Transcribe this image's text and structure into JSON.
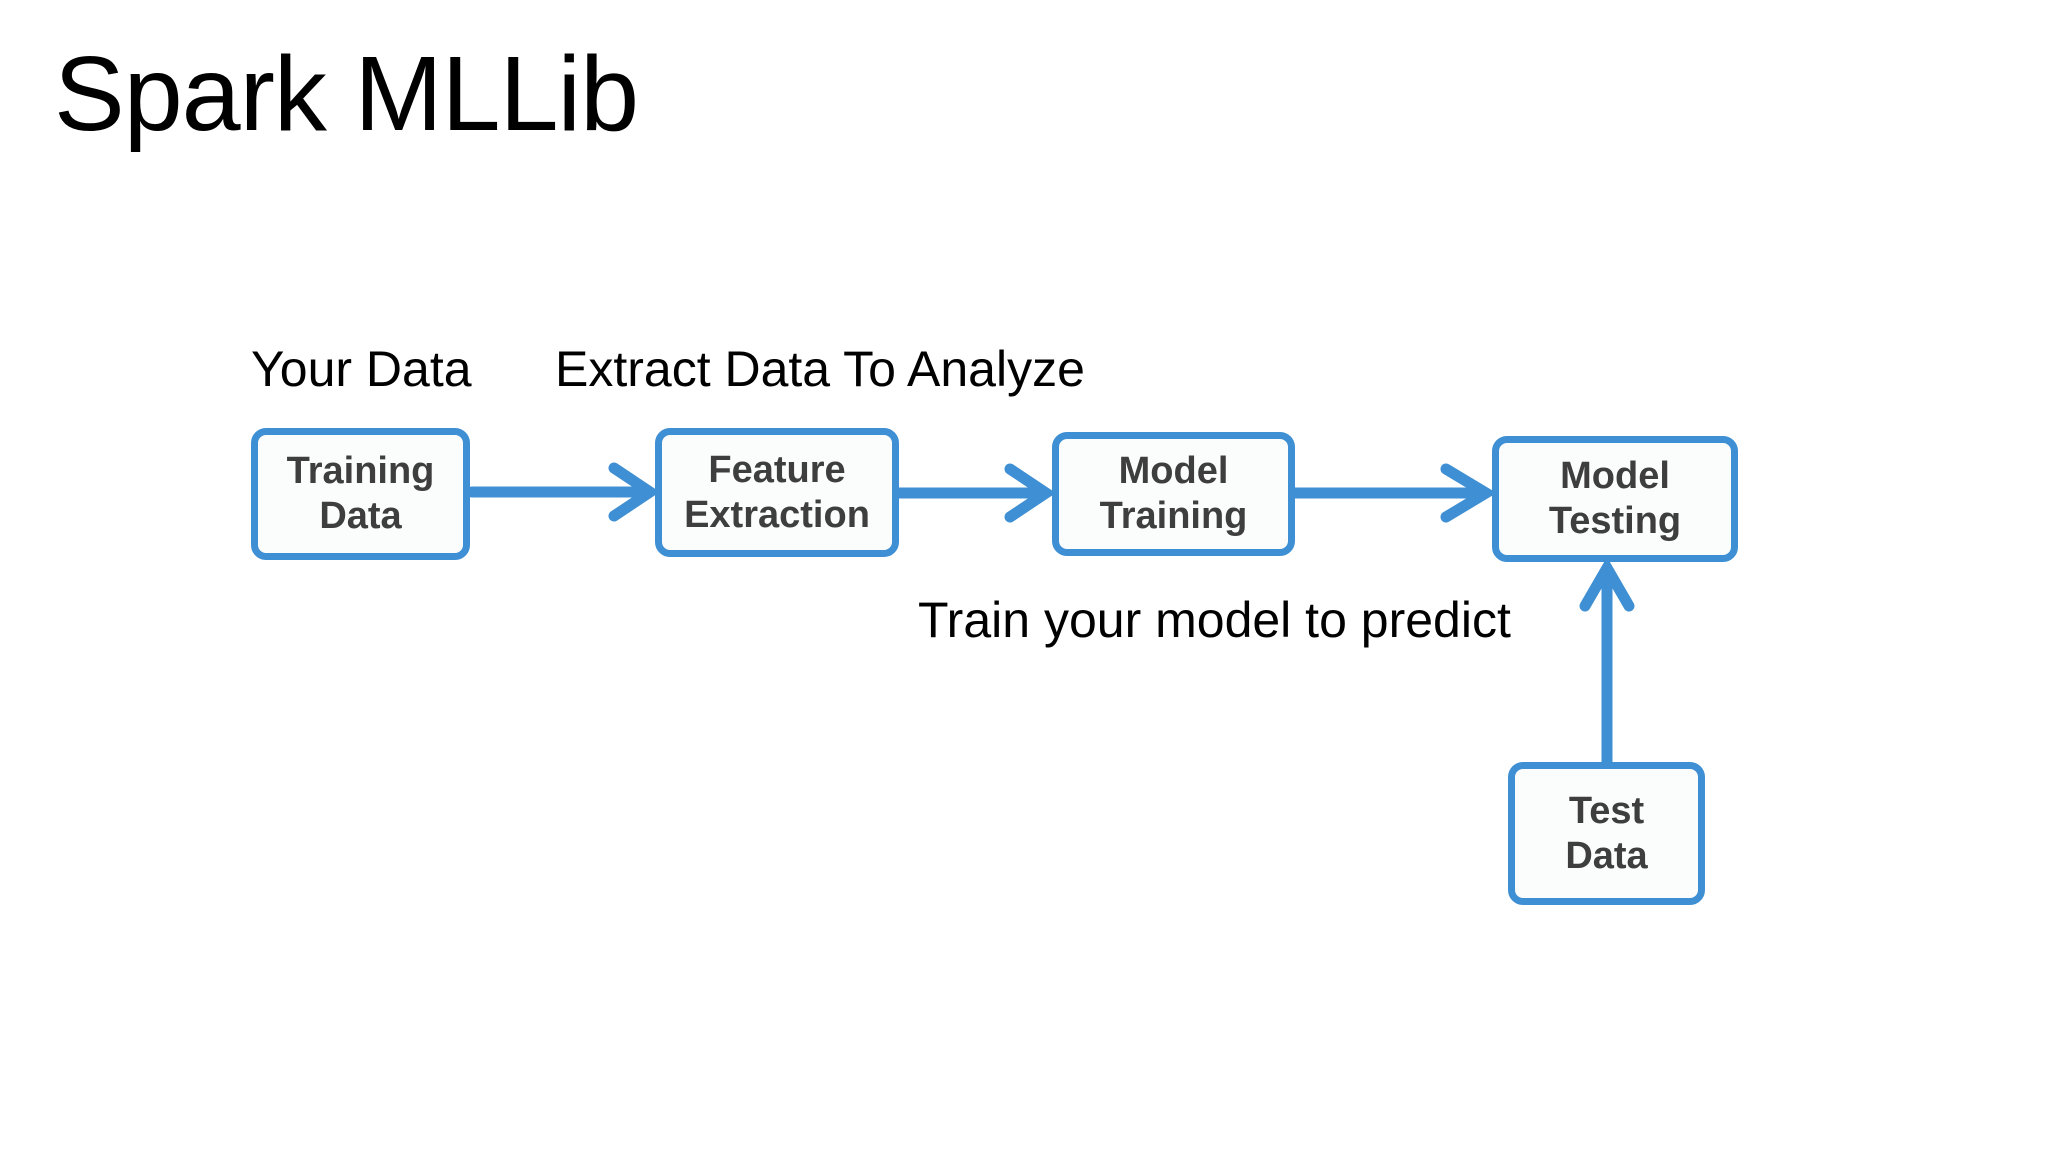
{
  "title": "Spark MLLib",
  "colors": {
    "accent": "#3E8FD3",
    "box_text": "#3E3E3E",
    "label_text": "#000000",
    "bg": "#FFFFFF"
  },
  "annotations": {
    "your_data": "Your Data",
    "extract_data": "Extract Data To Analyze",
    "train_model": "Train your model to predict"
  },
  "nodes": [
    {
      "id": "training-data",
      "lines": [
        "Training",
        "Data"
      ]
    },
    {
      "id": "feature-extraction",
      "lines": [
        "Feature",
        "Extraction"
      ]
    },
    {
      "id": "model-training",
      "lines": [
        "Model",
        "Training"
      ]
    },
    {
      "id": "model-testing",
      "lines": [
        "Model",
        "Testing"
      ]
    },
    {
      "id": "test-data",
      "lines": [
        "Test",
        "Data"
      ]
    }
  ],
  "arrows": [
    {
      "from": "training-data",
      "to": "feature-extraction",
      "direction": "right"
    },
    {
      "from": "feature-extraction",
      "to": "model-training",
      "direction": "right"
    },
    {
      "from": "model-training",
      "to": "model-testing",
      "direction": "right"
    },
    {
      "from": "test-data",
      "to": "model-testing",
      "direction": "up"
    }
  ]
}
